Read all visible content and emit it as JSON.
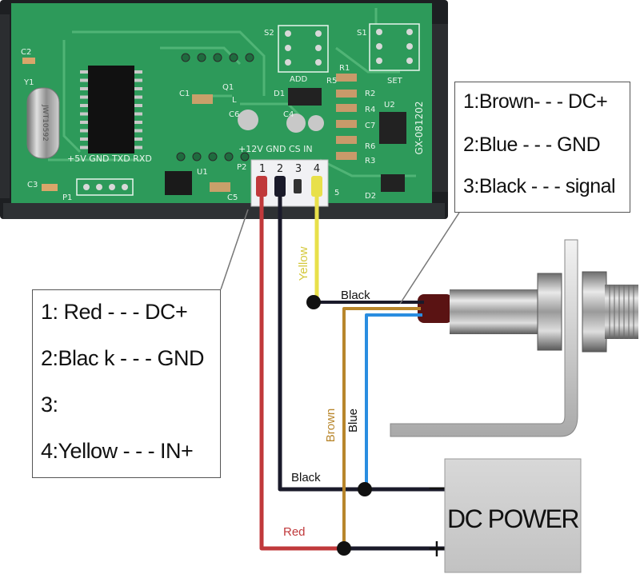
{
  "board": {
    "silkscreen": {
      "c2": "C2",
      "y1": "Y1",
      "crystal": "JWT10592",
      "c3": "C3",
      "p1": "P1",
      "s2": "S2",
      "add": "ADD",
      "s1": "S1",
      "set": "SET",
      "c1": "C1",
      "q1": "Q1",
      "l": "L",
      "d1": "D1",
      "c6": "C6",
      "c4": "C4",
      "r1": "R1",
      "r2": "R2",
      "r3": "R3",
      "r4": "R4",
      "r5": "R5",
      "r6": "R6",
      "c7": "C7",
      "u2": "U2",
      "model": "GX-081202",
      "serial_pins": "+5V GND TXD RXD",
      "sensor_pins": "+12V GND CS IN",
      "p2": "P2",
      "u1": "U1",
      "c5": "C5",
      "d2": "D2",
      "five": "5",
      "connector_numbers": [
        "1",
        "2",
        "3",
        "4"
      ]
    }
  },
  "legend_board": {
    "lines": [
      "1: Red - - - DC+",
      "2:Blac k - - - GND",
      "3:",
      "4:Yellow - - - IN+"
    ]
  },
  "legend_sensor": {
    "lines": [
      "1:Brown- - - DC+",
      "2:Blue - - - GND",
      "3:Black - - - signal"
    ]
  },
  "wires": {
    "yellow_label": "Yellow",
    "black_top_label": "Black",
    "brown_label": "Brown",
    "blue_label": "Blue",
    "black_bottom_label": "Black",
    "red_label": "Red"
  },
  "power": {
    "title": "DC POWER",
    "minus": "−",
    "plus": "+"
  },
  "colors": {
    "pcb": "#2d9a5a",
    "red_wire": "#c0393b",
    "black_wire": "#1a1a2a",
    "yellow_wire": "#e8e04a",
    "brown_wire": "#b8862c",
    "blue_wire": "#2a8de0",
    "power_box": "#cfcfcf"
  }
}
